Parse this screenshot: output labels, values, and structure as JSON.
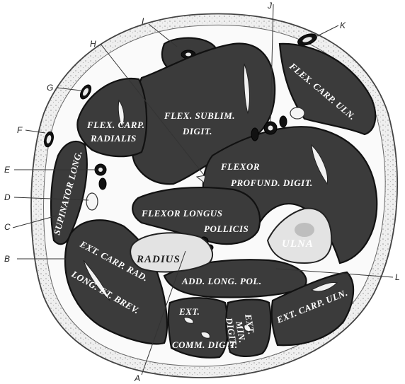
{
  "figure": {
    "muscles": [
      {
        "id": "flex-carp-uln",
        "lines": [
          "FLEX. CARP. ULN."
        ]
      },
      {
        "id": "flex-sub",
        "lines": [
          "FLEX. SUBLIM.",
          "DIGIT."
        ]
      },
      {
        "id": "flex-carp-rad",
        "lines": [
          "FLEX. CARP.",
          "RADIALIS"
        ]
      },
      {
        "id": "flex-prof",
        "lines": [
          "FLEXOR",
          "PROFUND. DIGIT."
        ]
      },
      {
        "id": "supinator",
        "lines": [
          "SUPINATOR LONG."
        ]
      },
      {
        "id": "flex-long-pol",
        "lines": [
          "FLEXOR LONGUS",
          "POLLICIS"
        ]
      },
      {
        "id": "ext-carp-rad",
        "lines": [
          "EXT. CARP. RAD.",
          "LONG. ET. BREV."
        ]
      },
      {
        "id": "abd-long-pol",
        "lines": [
          "ADD. LONG. POL."
        ]
      },
      {
        "id": "ext-comm",
        "lines": [
          "EXT.",
          "COMM. DIGIT."
        ]
      },
      {
        "id": "ext-min",
        "lines": [
          "EXT.",
          "MIN.",
          "DIGIT."
        ]
      },
      {
        "id": "ext-carp-uln",
        "lines": [
          "EXT. CARP. ULN."
        ]
      }
    ],
    "bones": [
      {
        "id": "radius",
        "label": "RADIUS"
      },
      {
        "id": "ulna",
        "label": "ULNA"
      }
    ],
    "letters": [
      "A",
      "B",
      "C",
      "D",
      "E",
      "F",
      "G",
      "H",
      "I",
      "J",
      "K",
      "L"
    ]
  }
}
